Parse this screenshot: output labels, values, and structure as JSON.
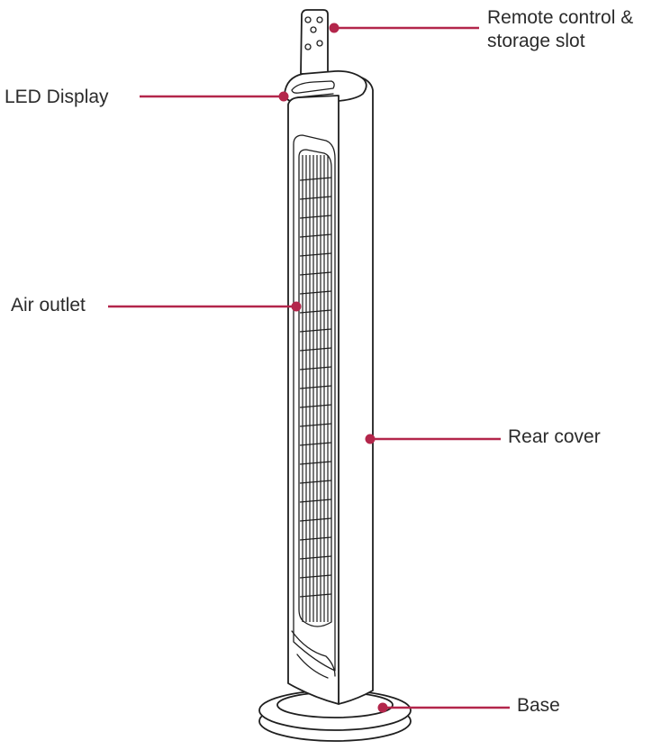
{
  "labels": {
    "remote_line1": "Remote control &",
    "remote_line2": "storage slot",
    "led_display": "LED Display",
    "air_outlet": "Air outlet",
    "rear_cover": "Rear cover",
    "base": "Base"
  },
  "colors": {
    "leader": "#b3264b",
    "ink": "#1f1f1f",
    "text": "#2b2b2b"
  }
}
